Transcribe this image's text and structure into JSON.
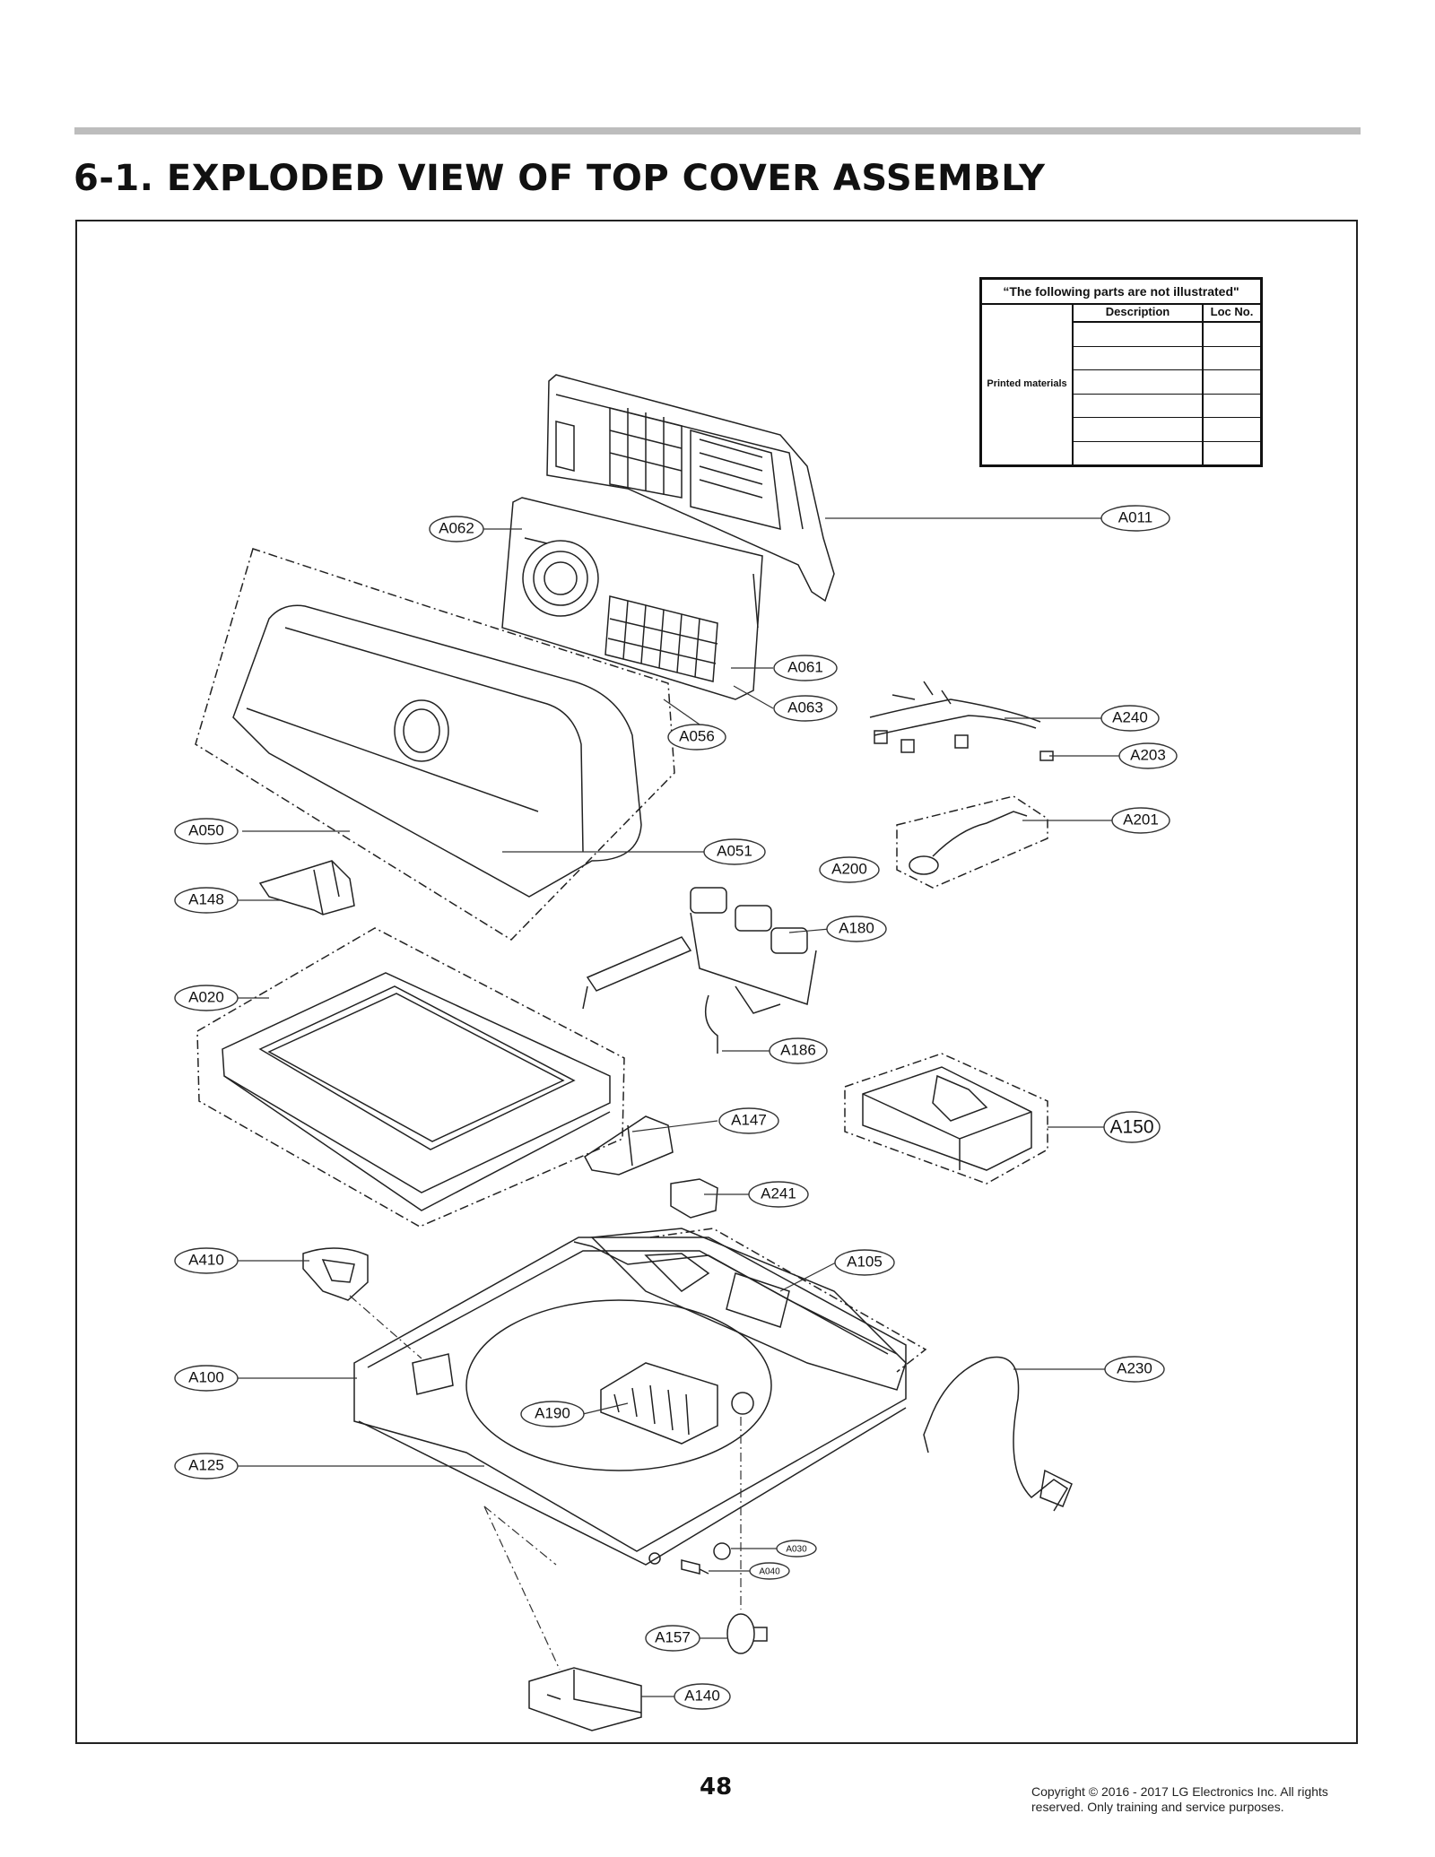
{
  "page": {
    "title": "6-1. EXPLODED VIEW OF TOP COVER ASSEMBLY",
    "page_number": "48",
    "copyright": "Copyright © 2016 - 2017 LG Electronics Inc. All rights reserved. Only training and service purposes."
  },
  "parts_table": {
    "header": "“The following parts are not illustrated\"",
    "row_label": "Printed materials",
    "col_description": "Description",
    "col_loc": "Loc No.",
    "rows": 6
  },
  "callouts": {
    "A011": "A011",
    "A062": "A062",
    "A061": "A061",
    "A063": "A063",
    "A056": "A056",
    "A240": "A240",
    "A203": "A203",
    "A201": "A201",
    "A200": "A200",
    "A050": "A050",
    "A051": "A051",
    "A148": "A148",
    "A180": "A180",
    "A020": "A020",
    "A186": "A186",
    "A147": "A147",
    "A150": "A150",
    "A241": "A241",
    "A410": "A410",
    "A105": "A105",
    "A100": "A100",
    "A230": "A230",
    "A190": "A190",
    "A125": "A125",
    "A030": "A030",
    "A040": "A040",
    "A157": "A157",
    "A140": "A140"
  }
}
